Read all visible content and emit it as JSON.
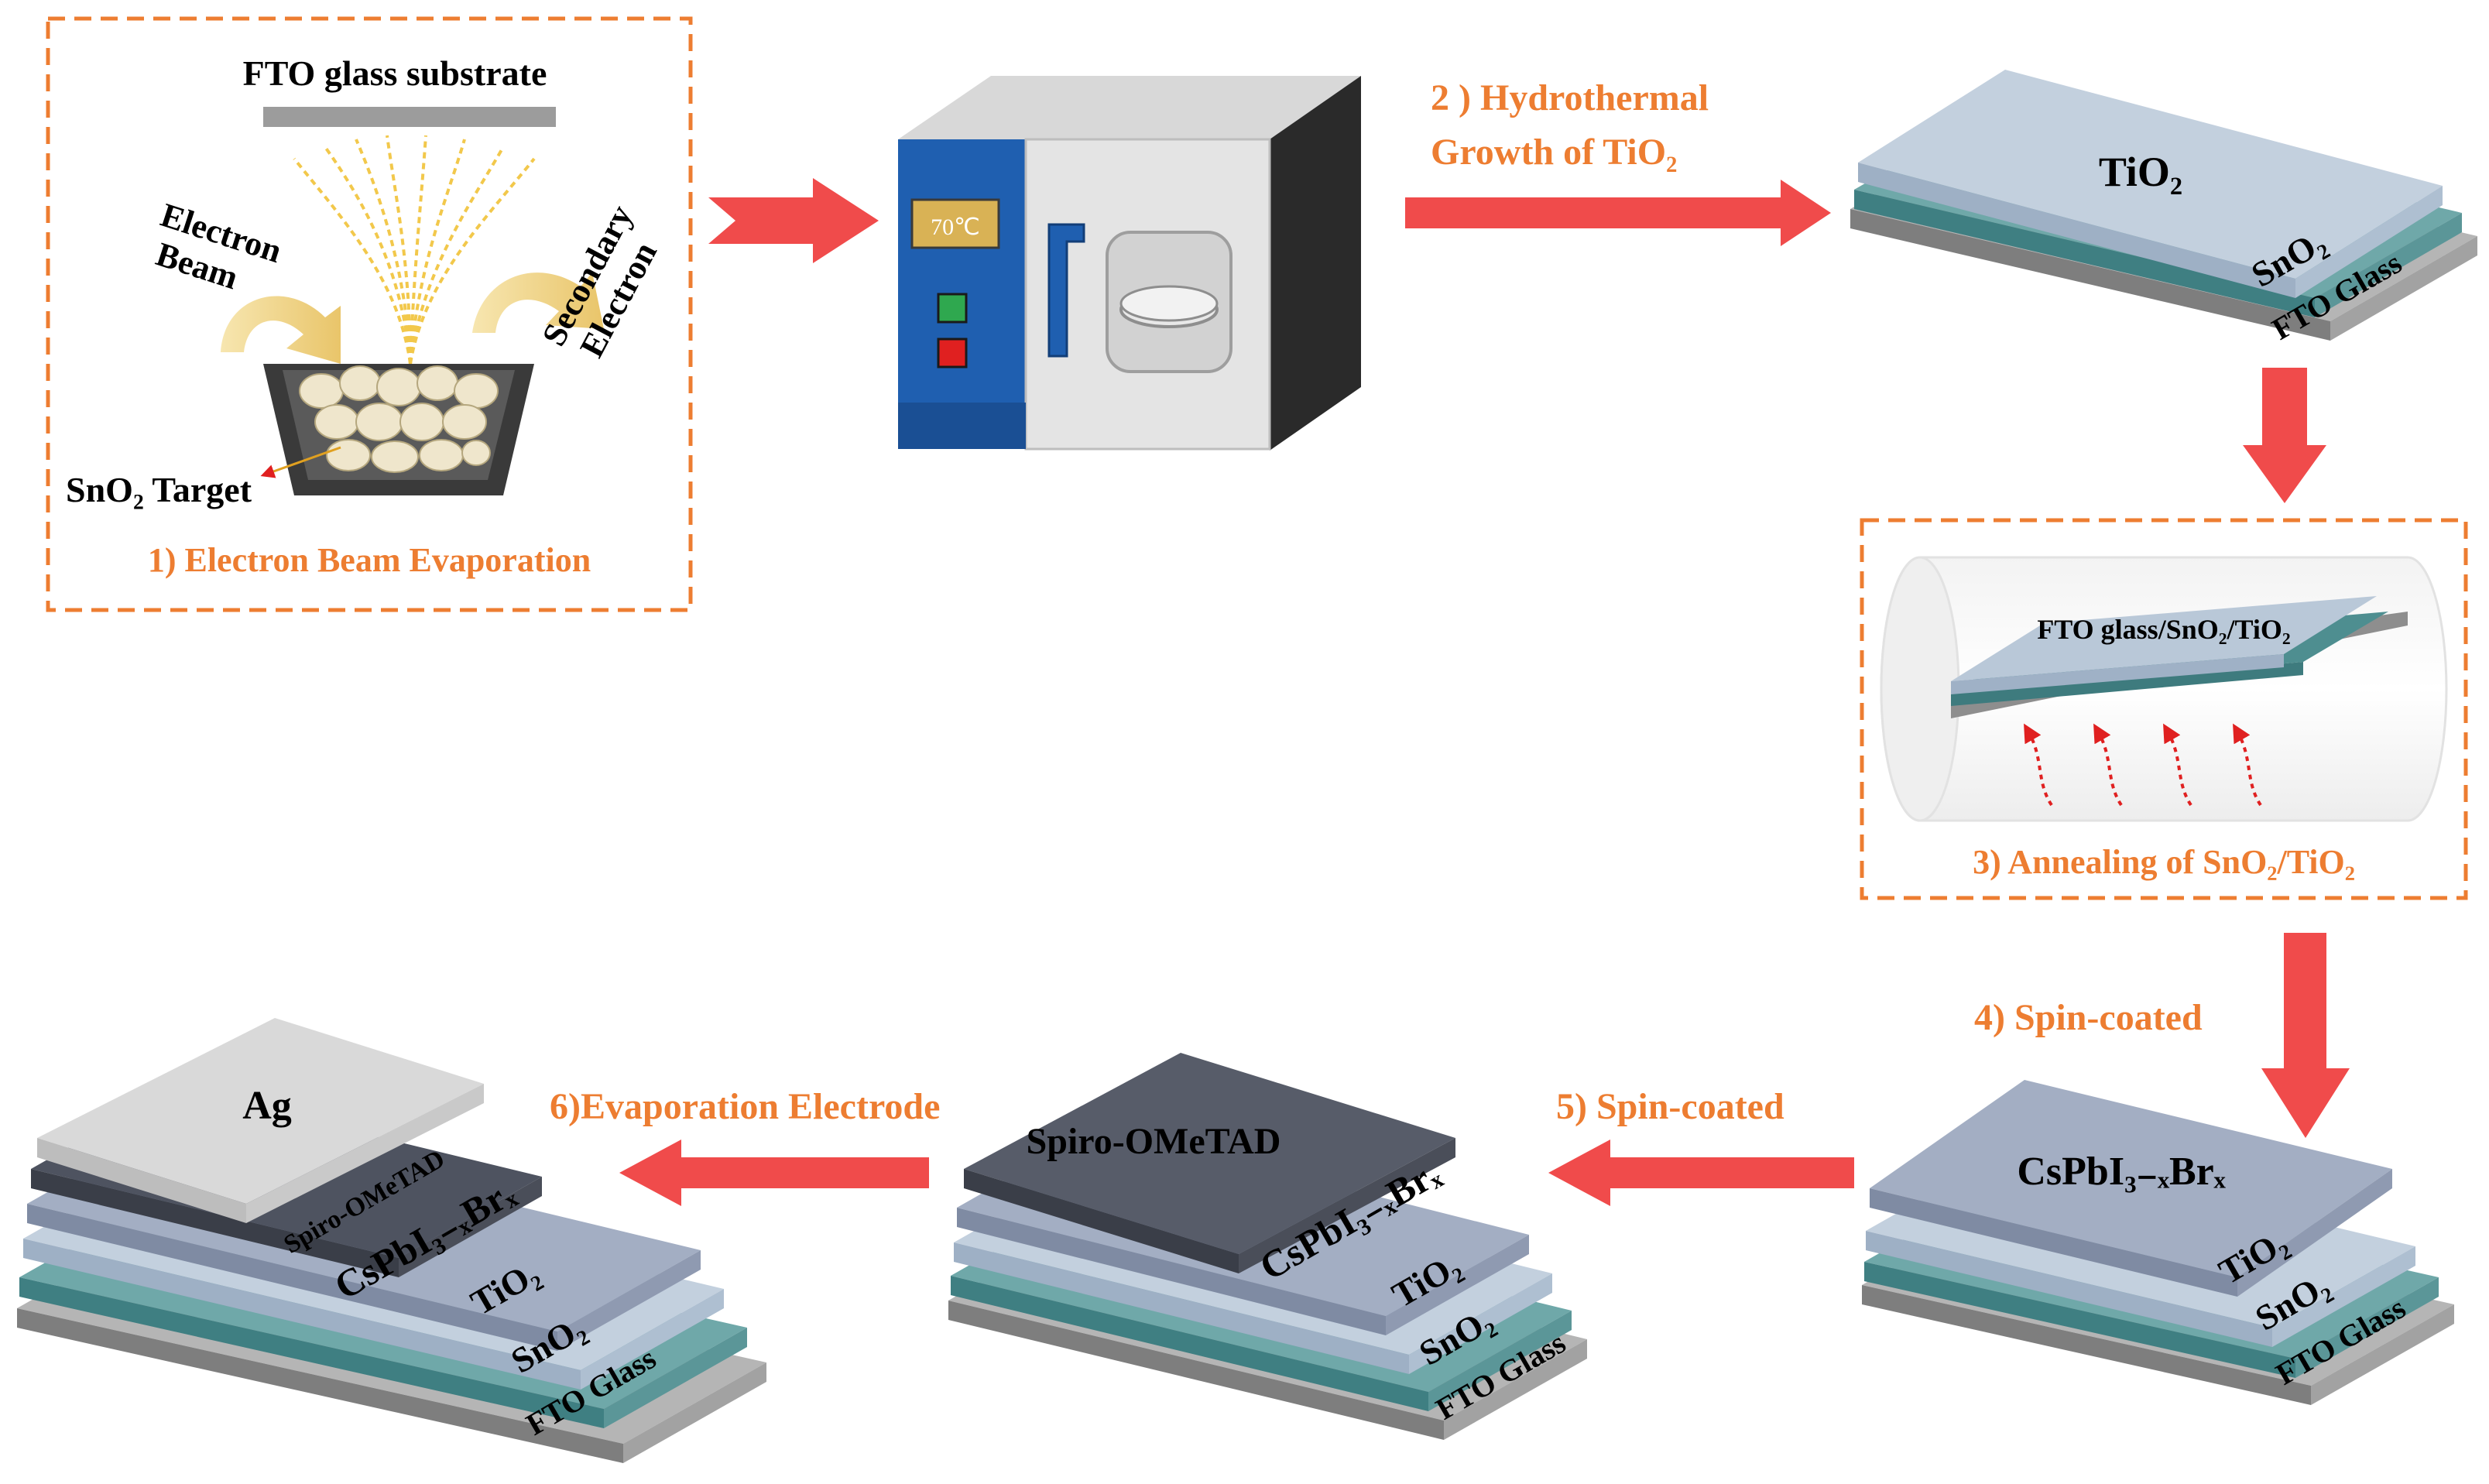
{
  "colors": {
    "accent_orange": "#ED7D31",
    "arrow_red": "#F04B4B",
    "fto_glass": "#9A9A9A",
    "sno2": "#4E8E90",
    "tio2": "#B9C7D6",
    "perovskite": "#9DA9BE",
    "spiro": "#4E5360",
    "ag": "#D9D9D9",
    "oven_panel": "#1F5FB0"
  },
  "step1": {
    "substrate_label": "FTO glass substrate",
    "electron_beam": "Electron\nBeam",
    "secondary_electron": "Secondary\nElectron",
    "target_label": "SnO₂ Target",
    "caption": "1) Electron Beam Evaporation"
  },
  "oven": {
    "display": "70℃"
  },
  "step2": {
    "caption_line1": "2 ) Hydrothermal",
    "caption_line2": "Growth of TiO₂"
  },
  "stack_a": {
    "tio2": "TiO₂",
    "sno2": "SnO₂",
    "fto": "FTO Glass"
  },
  "step3": {
    "sample_label": "FTO glass/SnO₂/TiO₂",
    "caption": "3) Annealing of SnO₂/TiO₂"
  },
  "step4": {
    "caption": "4) Spin-coated"
  },
  "stack_b": {
    "perovskite": "CsPbI₃₋ₓBrₓ",
    "tio2": "TiO₂",
    "sno2": "SnO₂",
    "fto": "FTO Glass"
  },
  "step5": {
    "caption": "5) Spin-coated"
  },
  "stack_c": {
    "spiro": "Spiro-OMeTAD",
    "perovskite": "CsPbI₃₋ₓBrₓ",
    "tio2": "TiO₂",
    "sno2": "SnO₂",
    "fto": "FTO Glass"
  },
  "step6": {
    "caption": "6)Evaporation Electrode"
  },
  "stack_d": {
    "ag": "Ag",
    "spiro": "Spiro-OMeTAD",
    "perovskite": "CsPbI₃₋ₓBrₓ",
    "tio2": "TiO₂",
    "sno2": "SnO₂",
    "fto": "FTO Glass"
  }
}
